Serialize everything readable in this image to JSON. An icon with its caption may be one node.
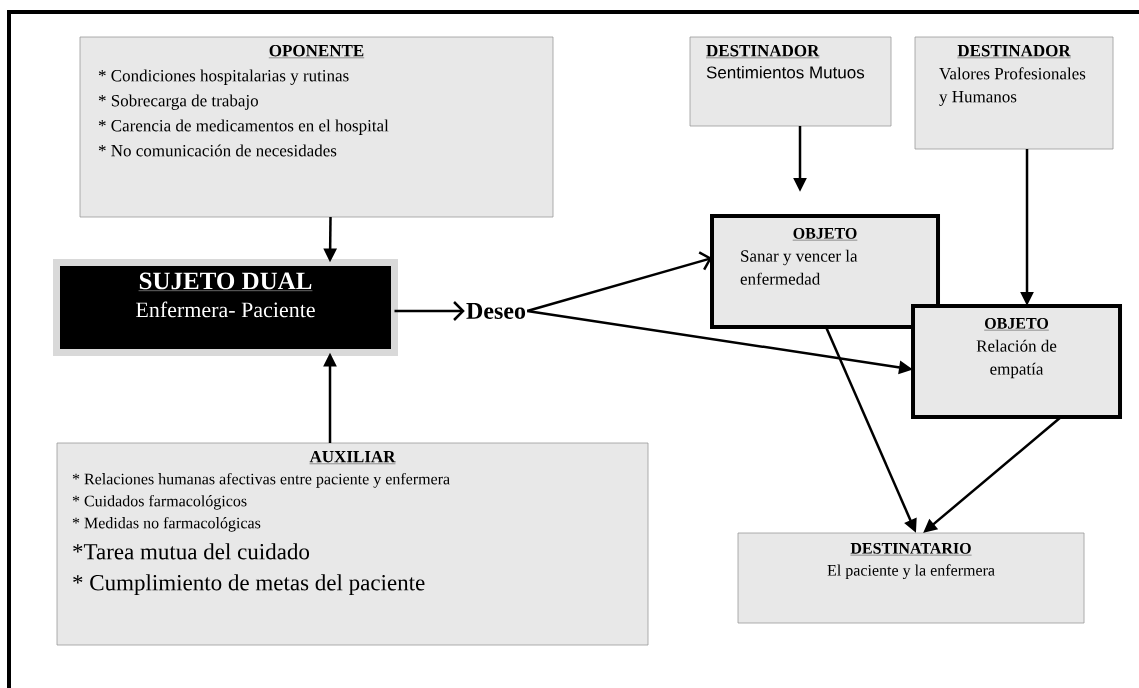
{
  "diagram": {
    "nodes": [
      {
        "text": [
          "OPONENTE",
          "* Condiciones hospitalarias y rutinas",
          "* Sobrecarga de trabajo",
          "* Carencia de medicamentos en el hospital",
          "* No comunicación de necesidades"
        ]
      },
      {
        "text": [
          "SUJETO DUAL",
          "Enfermera- Paciente"
        ]
      },
      {
        "text": [
          "Deseo"
        ]
      },
      {
        "text": [
          "AUXILIAR",
          "* Relaciones humanas afectivas entre paciente y enfermera",
          "* Cuidados farmacológicos",
          "* Medidas no farmacológicas",
          "*Tarea mutua del cuidado",
          "* Cumplimiento de metas del paciente"
        ]
      },
      {
        "text": [
          "DESTINADOR",
          "Sentimientos Mutuos"
        ]
      },
      {
        "text": [
          "DESTINADOR",
          "Valores Profesionales y Humanos"
        ]
      },
      {
        "text": [
          "OBJETO",
          "Sanar y vencer la enfermedad"
        ]
      },
      {
        "text": [
          "OBJETO",
          "Relación de empatía"
        ]
      },
      {
        "text": [
          "DESTINATARIO",
          "El paciente y la enfermera"
        ]
      }
    ],
    "edges": [
      {
        "from": 0,
        "to": 1,
        "arrow": "to"
      },
      {
        "from": 3,
        "to": 1,
        "arrow": "to"
      },
      {
        "from": 1,
        "to": 2,
        "arrow": "to"
      },
      {
        "from": 2,
        "to": 6,
        "arrow": "to"
      },
      {
        "from": 2,
        "to": 7,
        "arrow": "to"
      },
      {
        "from": 4,
        "to": 6,
        "arrow": "to"
      },
      {
        "from": 5,
        "to": 7,
        "arrow": "to"
      },
      {
        "from": 6,
        "to": 8,
        "arrow": "to"
      },
      {
        "from": 7,
        "to": 8,
        "arrow": "to"
      }
    ]
  }
}
